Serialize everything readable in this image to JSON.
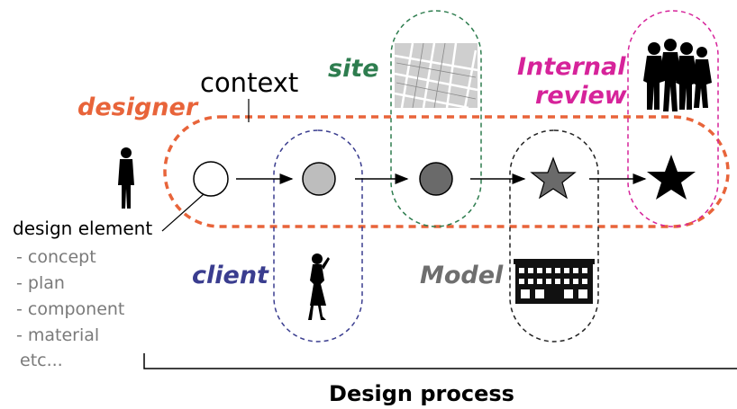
{
  "labels": {
    "designer": "designer",
    "context": "context",
    "site": "site",
    "internal_review_line1": "Internal",
    "internal_review_line2": "review",
    "client": "client",
    "model": "Model",
    "design_element": "design element",
    "design_process": "Design process"
  },
  "design_element_items": [
    "- concept",
    "- plan",
    "- component",
    "- material",
    "etc..."
  ],
  "colors": {
    "designer": "#e8643a",
    "site": "#2e7d4f",
    "internal_review": "#d6239a",
    "client": "#3a3d8f",
    "model": "#6e6e6e",
    "step_light": "#bdbdbd",
    "step_dark": "#6a6a6a",
    "star_gray": "#6a6a6a",
    "star_black": "#000000"
  },
  "icons": {
    "designer": "man-silhouette-icon",
    "client": "woman-silhouette-icon",
    "site": "site-map-icon",
    "internal_review": "group-silhouette-icon",
    "model": "building-icon"
  }
}
